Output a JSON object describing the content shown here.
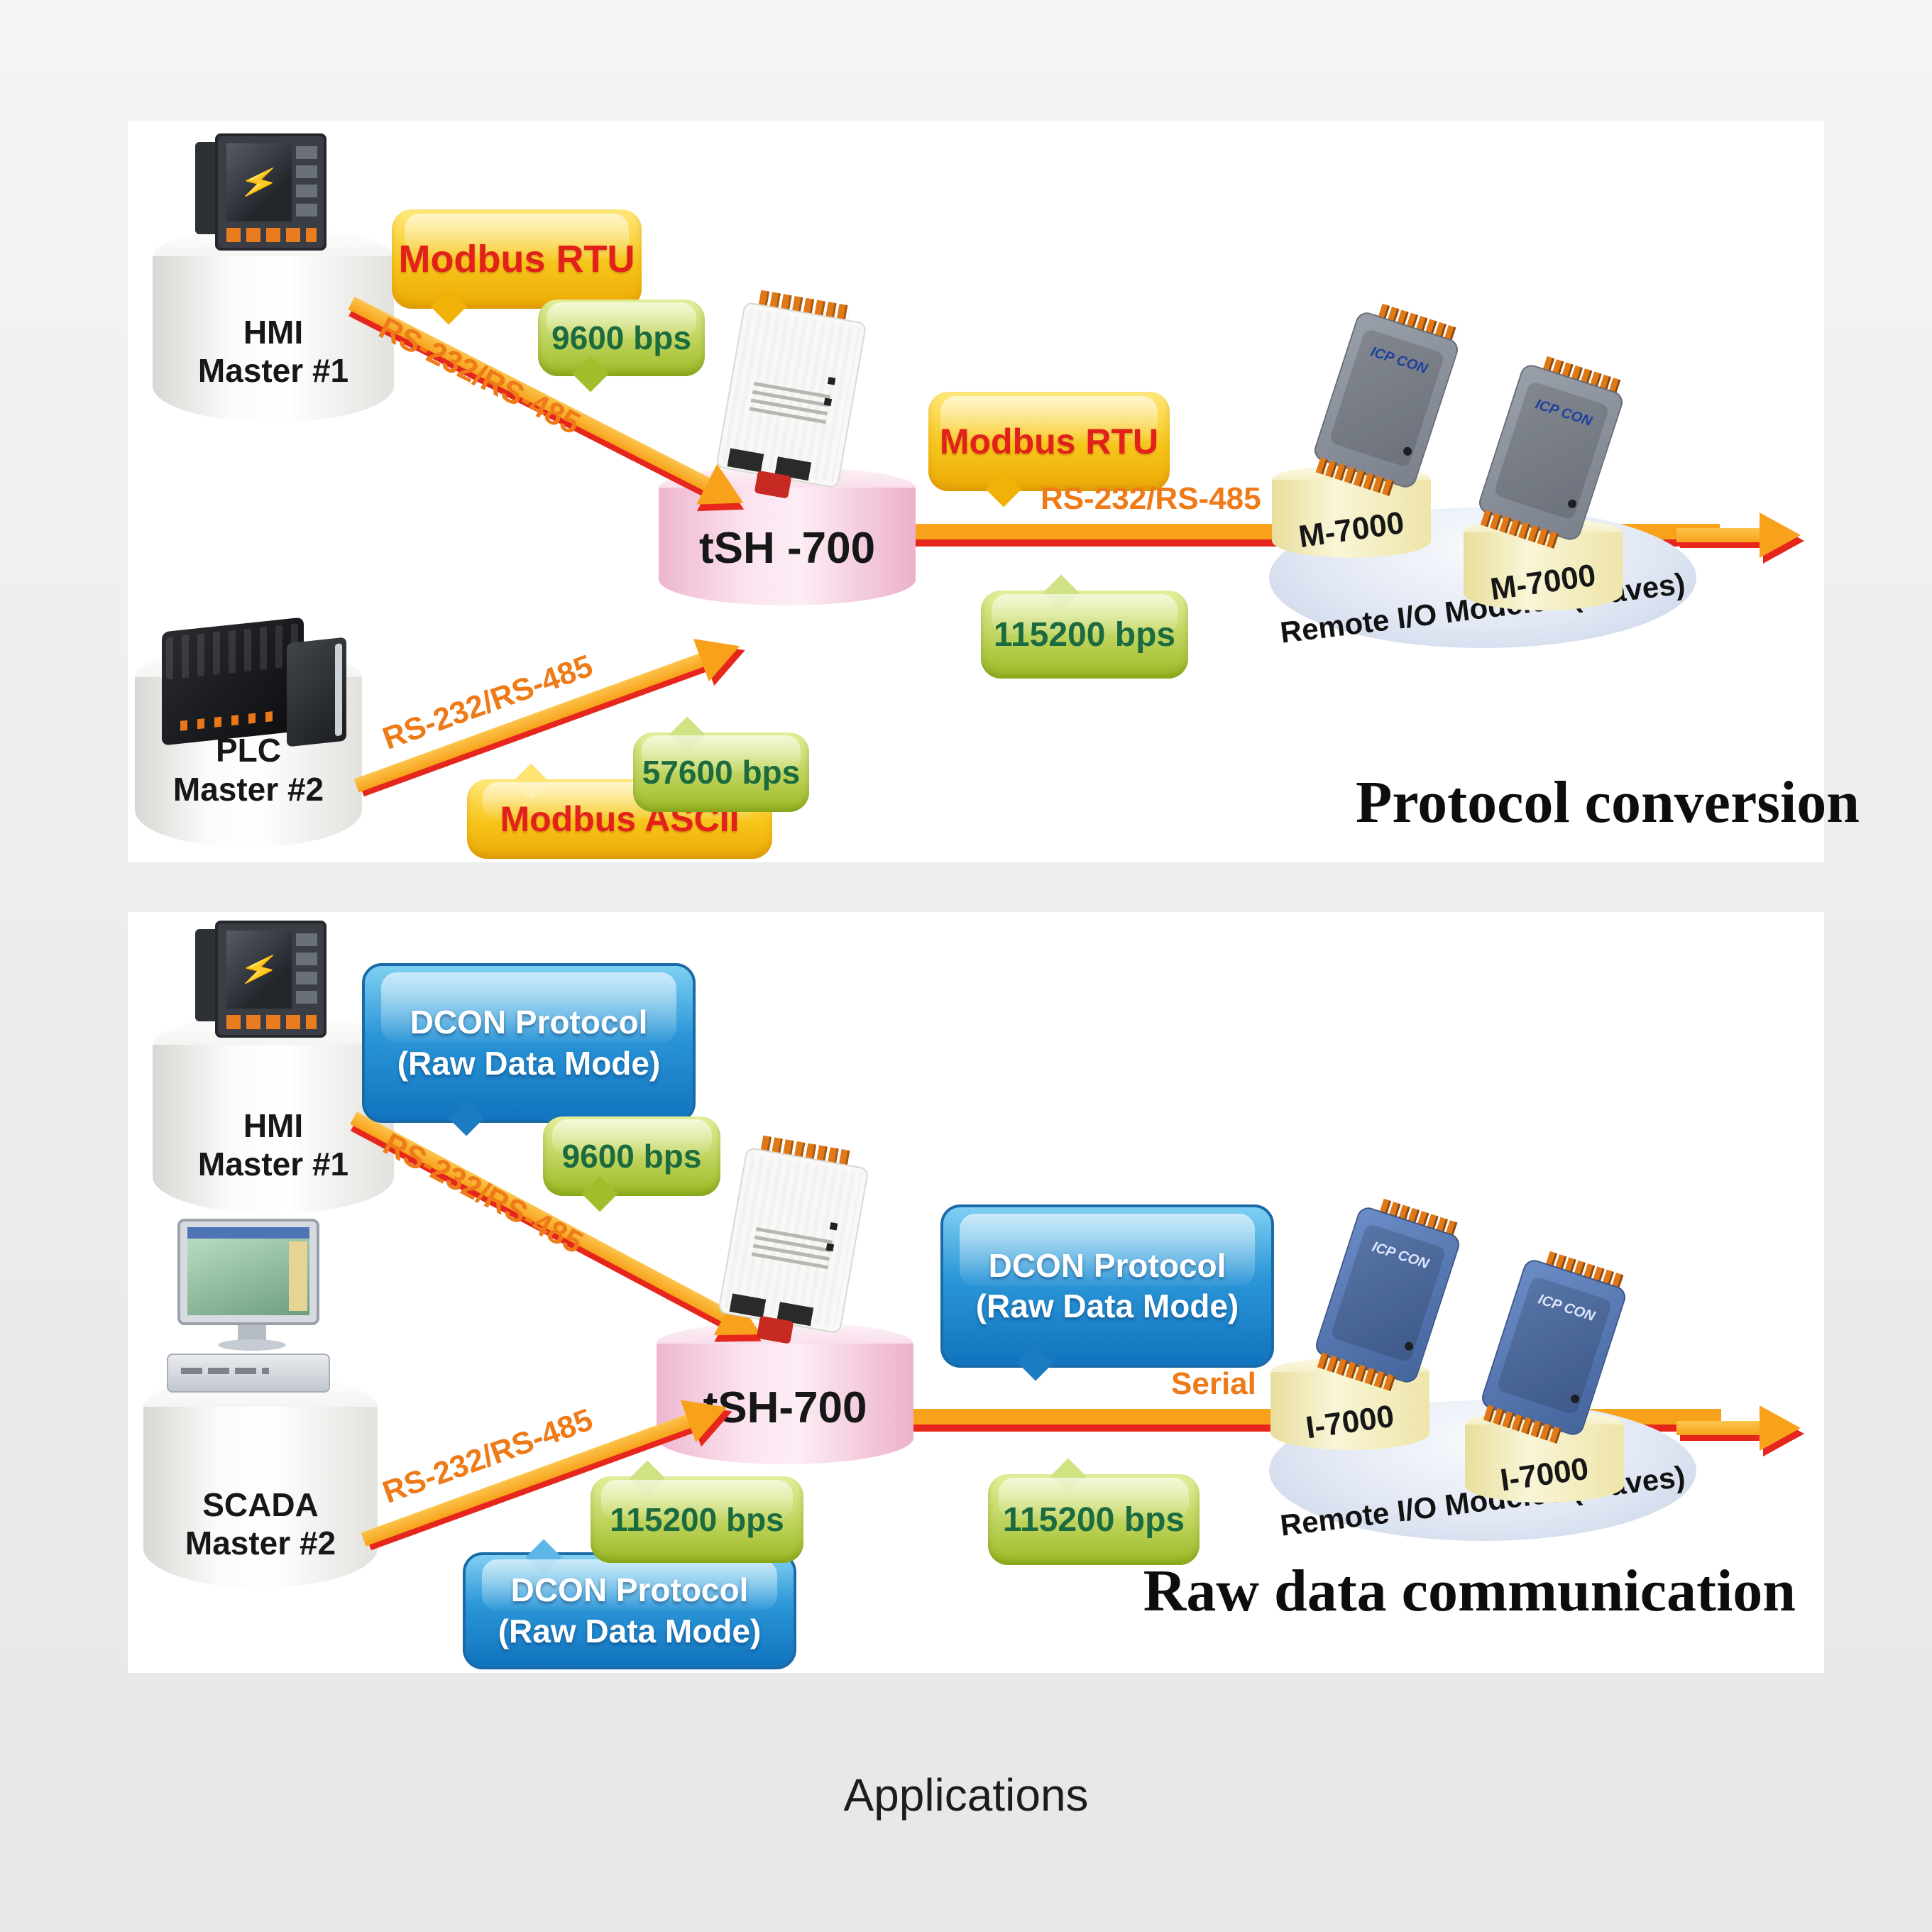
{
  "caption": "Applications",
  "device_logo": "ICP CON",
  "colors": {
    "arrow_orange": "#F7A21A",
    "arrow_red": "#E6261C",
    "link_label": "#EE7A18",
    "yellow_top": "#FFE97C",
    "yellow_bottom": "#EDA906",
    "yellow_text": "#E3211B",
    "green_top": "#E5F09C",
    "green_bottom": "#9CBA24",
    "green_text": "#1C6B40",
    "blue_bottom": "#1173BE"
  },
  "p1": {
    "title": "Protocol conversion",
    "hmi_label_1": "HMI",
    "hmi_label_2": "Master #1",
    "plc_label_1": "PLC",
    "plc_label_2": "Master #2",
    "tsh_label": "tSH -700",
    "module_1": "M-7000",
    "module_2": "M-7000",
    "platter_label": "Remote I/O Modeles (Slaves)",
    "bubble_protocol_1": "Modbus RTU",
    "bubble_speed_1": "9600 bps",
    "bubble_protocol_mid": "Modbus RTU",
    "bubble_speed_mid": "115200 bps",
    "bubble_speed_2": "57600 bps",
    "bubble_protocol_2": "Modbus ASCII",
    "link_hmi": "RS-232/RS-485",
    "link_plc": "RS-232/RS-485",
    "link_out": "RS-232/RS-485"
  },
  "p2": {
    "title": "Raw data communication",
    "hmi_label_1": "HMI",
    "hmi_label_2": "Master #1",
    "scada_label_1": "SCADA",
    "scada_label_2": "Master #2",
    "tsh_label": "tSH-700",
    "module_1": "I-7000",
    "module_2": "I-7000",
    "platter_label": "Remote I/O Modeles (Slaves)",
    "bubble_protocol_1_l1": "DCON Protocol",
    "bubble_protocol_1_l2": "(Raw Data Mode)",
    "bubble_speed_1": "9600 bps",
    "bubble_protocol_mid_l1": "DCON Protocol",
    "bubble_protocol_mid_l2": "(Raw Data Mode)",
    "bubble_speed_mid": "115200 bps",
    "bubble_speed_2": "115200 bps",
    "bubble_protocol_2_l1": "DCON Protocol",
    "bubble_protocol_2_l2": "(Raw Data Mode)",
    "link_hmi": "RS-232/RS-485",
    "link_scada": "RS-232/RS-485",
    "link_out": "Serial"
  }
}
